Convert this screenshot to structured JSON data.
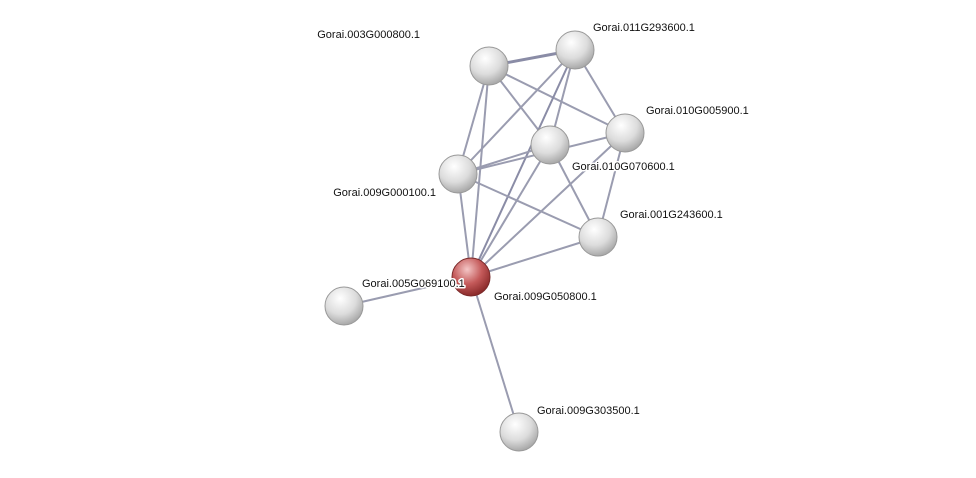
{
  "network": {
    "nodes": [
      {
        "id": "n1",
        "label": "Gorai.003G000800.1",
        "query": false
      },
      {
        "id": "n2",
        "label": "Gorai.011G293600.1",
        "query": false
      },
      {
        "id": "n3",
        "label": "Gorai.010G005900.1",
        "query": false
      },
      {
        "id": "n4",
        "label": "Gorai.010G070600.1",
        "query": false
      },
      {
        "id": "n5",
        "label": "Gorai.009G000100.1",
        "query": false
      },
      {
        "id": "n6",
        "label": "Gorai.001G243600.1",
        "query": false
      },
      {
        "id": "n7",
        "label": "Gorai.009G050800.1",
        "query": true
      },
      {
        "id": "n8",
        "label": "Gorai.005G069100.1",
        "query": false
      },
      {
        "id": "n9",
        "label": "Gorai.009G303500.1",
        "query": false
      }
    ],
    "edges": [
      [
        "n1",
        "n2",
        3
      ],
      [
        "n1",
        "n5",
        1
      ],
      [
        "n1",
        "n7",
        1
      ],
      [
        "n1",
        "n4",
        1
      ],
      [
        "n1",
        "n3",
        1
      ],
      [
        "n2",
        "n5",
        1
      ],
      [
        "n2",
        "n4",
        1
      ],
      [
        "n2",
        "n7",
        2
      ],
      [
        "n2",
        "n3",
        1
      ],
      [
        "n5",
        "n4",
        1
      ],
      [
        "n5",
        "n3",
        1
      ],
      [
        "n4",
        "n7",
        1
      ],
      [
        "n4",
        "n6",
        1
      ],
      [
        "n5",
        "n6",
        1
      ],
      [
        "n5",
        "n7",
        1
      ],
      [
        "n3",
        "n7",
        1
      ],
      [
        "n3",
        "n6",
        1
      ],
      [
        "n6",
        "n7",
        1
      ],
      [
        "n7",
        "n8",
        1
      ],
      [
        "n7",
        "n9",
        1
      ]
    ],
    "colors": {
      "node": "#e6e6e6",
      "query": "#c45a5a",
      "edge": "#9a9cb0"
    }
  }
}
